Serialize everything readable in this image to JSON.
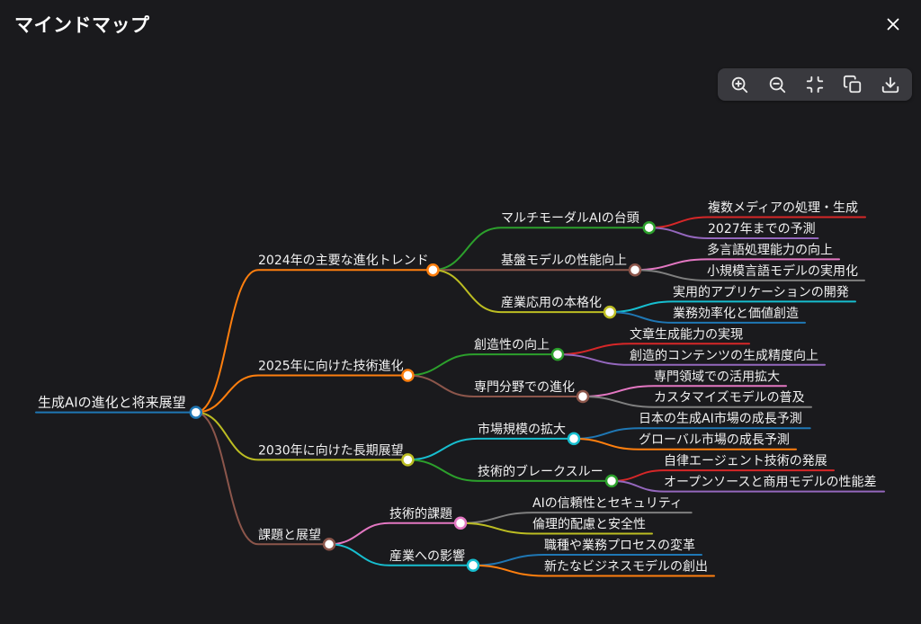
{
  "header": {
    "title": "マインドマップ",
    "close_icon": "close-icon"
  },
  "toolbar": {
    "buttons": [
      {
        "icon": "zoom-in-icon"
      },
      {
        "icon": "zoom-out-icon"
      },
      {
        "icon": "fit-view-icon"
      },
      {
        "icon": "copy-icon"
      },
      {
        "icon": "download-icon"
      }
    ]
  },
  "colors": {
    "background": "#1a1a1d",
    "toolbar_background": "#39393e",
    "node_text": "#f2f2f2",
    "node_circle_fill": "#ffffff"
  },
  "palette": {
    "blue": "#1f77b4",
    "orange": "#ff7f0e",
    "green": "#2ca02c",
    "red": "#d62728",
    "purple": "#9467bd",
    "brown": "#8c564b",
    "pink": "#e377c2",
    "gray": "#7f7f7f",
    "olive": "#bcbd22",
    "cyan": "#17becf"
  },
  "mindmap": {
    "root": {
      "id": "root",
      "label": "生成AIの進化と将来展望",
      "color": "blue",
      "children": [
        {
          "id": "t1",
          "label": "2024年の主要な進化トレンド",
          "color": "orange",
          "children": [
            {
              "id": "t1a",
              "label": "マルチモーダルAIの台頭",
              "color": "green",
              "children": [
                {
                  "id": "t1a1",
                  "label": "複数メディアの処理・生成",
                  "color": "red"
                },
                {
                  "id": "t1a2",
                  "label": "2027年までの予測",
                  "color": "purple"
                }
              ]
            },
            {
              "id": "t1b",
              "label": "基盤モデルの性能向上",
              "color": "brown",
              "children": [
                {
                  "id": "t1b1",
                  "label": "多言語処理能力の向上",
                  "color": "pink"
                },
                {
                  "id": "t1b2",
                  "label": "小規模言語モデルの実用化",
                  "color": "gray"
                }
              ]
            },
            {
              "id": "t1c",
              "label": "産業応用の本格化",
              "color": "olive",
              "children": [
                {
                  "id": "t1c1",
                  "label": "実用的アプリケーションの開発",
                  "color": "cyan"
                },
                {
                  "id": "t1c2",
                  "label": "業務効率化と価値創造",
                  "color": "blue"
                }
              ]
            }
          ]
        },
        {
          "id": "t2",
          "label": "2025年に向けた技術進化",
          "color": "orange",
          "children": [
            {
              "id": "t2a",
              "label": "創造性の向上",
              "color": "green",
              "children": [
                {
                  "id": "t2a1",
                  "label": "文章生成能力の実現",
                  "color": "red"
                },
                {
                  "id": "t2a2",
                  "label": "創造的コンテンツの生成精度向上",
                  "color": "purple"
                }
              ]
            },
            {
              "id": "t2b",
              "label": "専門分野での進化",
              "color": "brown",
              "children": [
                {
                  "id": "t2b1",
                  "label": "専門領域での活用拡大",
                  "color": "pink"
                },
                {
                  "id": "t2b2",
                  "label": "カスタマイズモデルの普及",
                  "color": "gray"
                }
              ]
            }
          ]
        },
        {
          "id": "t3",
          "label": "2030年に向けた長期展望",
          "color": "olive",
          "children": [
            {
              "id": "t3a",
              "label": "市場規模の拡大",
              "color": "cyan",
              "children": [
                {
                  "id": "t3a1",
                  "label": "日本の生成AI市場の成長予測",
                  "color": "blue"
                },
                {
                  "id": "t3a2",
                  "label": "グローバル市場の成長予測",
                  "color": "orange"
                }
              ]
            },
            {
              "id": "t3b",
              "label": "技術的ブレークスルー",
              "color": "green",
              "children": [
                {
                  "id": "t3b1",
                  "label": "自律エージェント技術の発展",
                  "color": "red"
                },
                {
                  "id": "t3b2",
                  "label": "オープンソースと商用モデルの性能差",
                  "color": "purple"
                }
              ]
            }
          ]
        },
        {
          "id": "t4",
          "label": "課題と展望",
          "color": "brown",
          "children": [
            {
              "id": "t4a",
              "label": "技術的課題",
              "color": "pink",
              "children": [
                {
                  "id": "t4a1",
                  "label": "AIの信頼性とセキュリティ",
                  "color": "gray"
                },
                {
                  "id": "t4a2",
                  "label": "倫理的配慮と安全性",
                  "color": "olive"
                }
              ]
            },
            {
              "id": "t4b",
              "label": "産業への影響",
              "color": "cyan",
              "children": [
                {
                  "id": "t4b1",
                  "label": "職種や業務プロセスの変革",
                  "color": "blue"
                },
                {
                  "id": "t4b2",
                  "label": "新たなビジネスモデルの創出",
                  "color": "orange"
                }
              ]
            }
          ]
        }
      ]
    }
  }
}
